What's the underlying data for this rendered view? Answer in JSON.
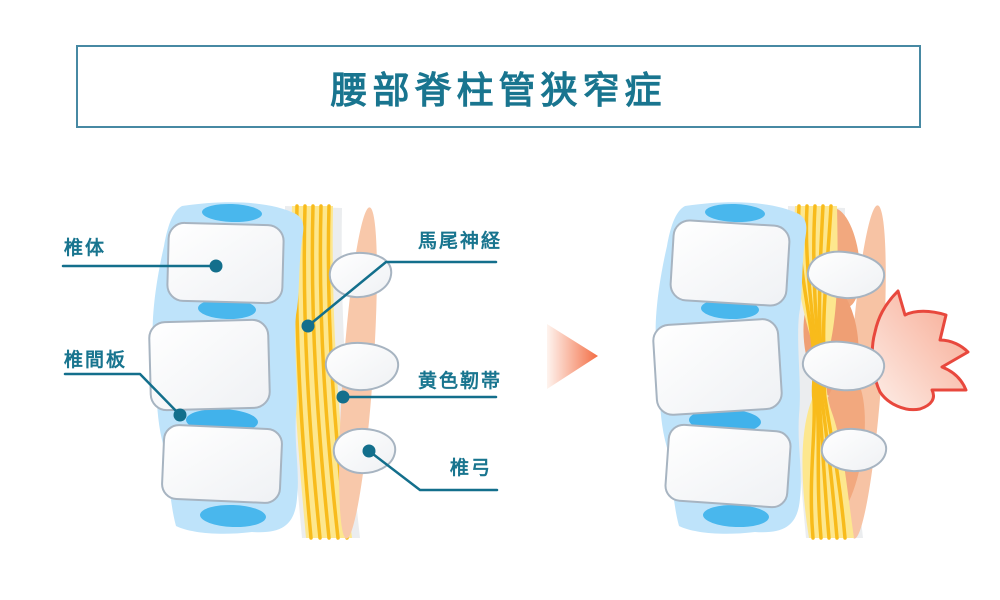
{
  "title": "腰部脊柱管狭窄症",
  "labels": {
    "vertebral_body": "椎体",
    "intervertebral_disc": "椎間板",
    "cauda_equina_nerve": "馬尾神経",
    "yellow_ligament": "黄色靭帯",
    "vertebral_arch": "椎弓"
  },
  "colors": {
    "accent_teal": "#19758F",
    "leader_line": "#136F8C",
    "title_border": "#4789A3",
    "spine_blue": "#BEE3FA",
    "disc_blue": "#49B7ED",
    "vertebra_outline": "#A7B4C1",
    "canal_gray": "#EBEDEF",
    "nerve_yellow": "#FDE78E",
    "nerve_stripe": "#F8BB1B",
    "ligament_salmon": "#F8C8AA",
    "ligament_salmon_dark": "#EF9F74",
    "arrow_orange": "#F36E45",
    "pain_red": "#E8483D"
  }
}
